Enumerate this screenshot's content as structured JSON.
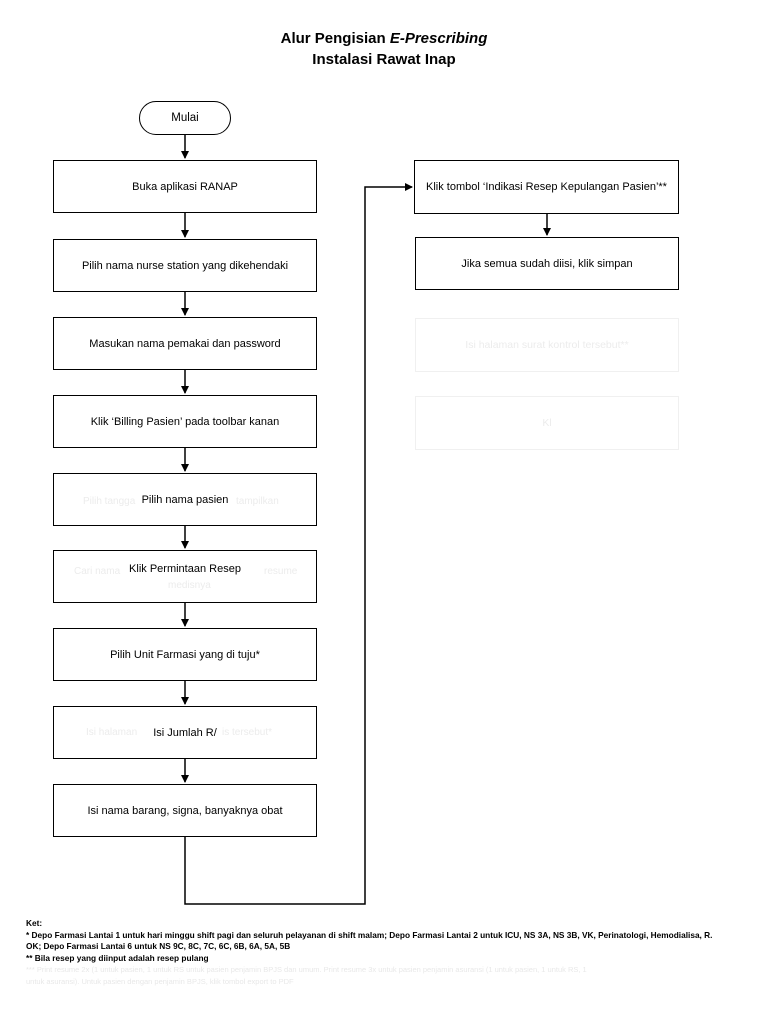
{
  "title": {
    "line1_prefix": "Alur Pengisian ",
    "line1_italic": "E-Prescribing",
    "line2": "Instalasi Rawat Inap"
  },
  "start": {
    "label": "Mulai"
  },
  "left_steps": [
    {
      "label": "Buka aplikasi RANAP"
    },
    {
      "label": "Pilih nama nurse station yang dikehendaki"
    },
    {
      "label": "Masukan nama pemakai dan password"
    },
    {
      "label": "Klik ‘Billing Pasien’ pada toolbar kanan"
    },
    {
      "label": "Pilih nama pasien"
    },
    {
      "label": "Klik Permintaan Resep"
    },
    {
      "label": "Pilih Unit Farmasi yang di tuju*"
    },
    {
      "label": "Isi Jumlah R/"
    },
    {
      "label": "Isi nama barang, signa, banyaknya obat"
    }
  ],
  "right_steps": [
    {
      "label": "Klik tombol ‘Indikasi Resep Kepulangan Pasien’**"
    },
    {
      "label": "Jika semua sudah diisi, klik simpan"
    }
  ],
  "ghost_steps": [
    {
      "label": "Isi halaman surat kontrol tersebut**"
    },
    {
      "label": "Kl"
    }
  ],
  "ghost_texts": {
    "left4": "an",
    "left5": "Pilih tangga",
    "left5b": "tampilkan",
    "left6a": "Cari nama",
    "left6b": "resume",
    "left6c": "medisnya",
    "left8a": "Isi halaman",
    "left8b": "is tersebut*"
  },
  "notes": {
    "heading": "Ket:",
    "note1": "* Depo Farmasi Lantai 1 untuk hari minggu shift pagi dan seluruh pelayanan di shift malam; Depo Farmasi Lantai 2 untuk ICU, NS 3A, NS 3B, VK, Perinatologi, Hemodialisa, R. OK; Depo Farmasi Lantai 6 untuk NS 9C, 8C, 7C, 6C, 6B, 6A, 5A, 5B",
    "note2": "** Bila resep yang diinput adalah resep pulang",
    "faint1": "*** Print resume 2x (1 untuk pasien, 1 untuk RS untuk pasien penjamin BPJS dan umum. Print resume 3x untuk pasien penjamin asuransi (1 untuk pasien, 1 untuk RS, 1",
    "faint2": "untuk asuransi). Untuk pasien dengan penjamin BPJS, klik tombol export to PDF"
  }
}
